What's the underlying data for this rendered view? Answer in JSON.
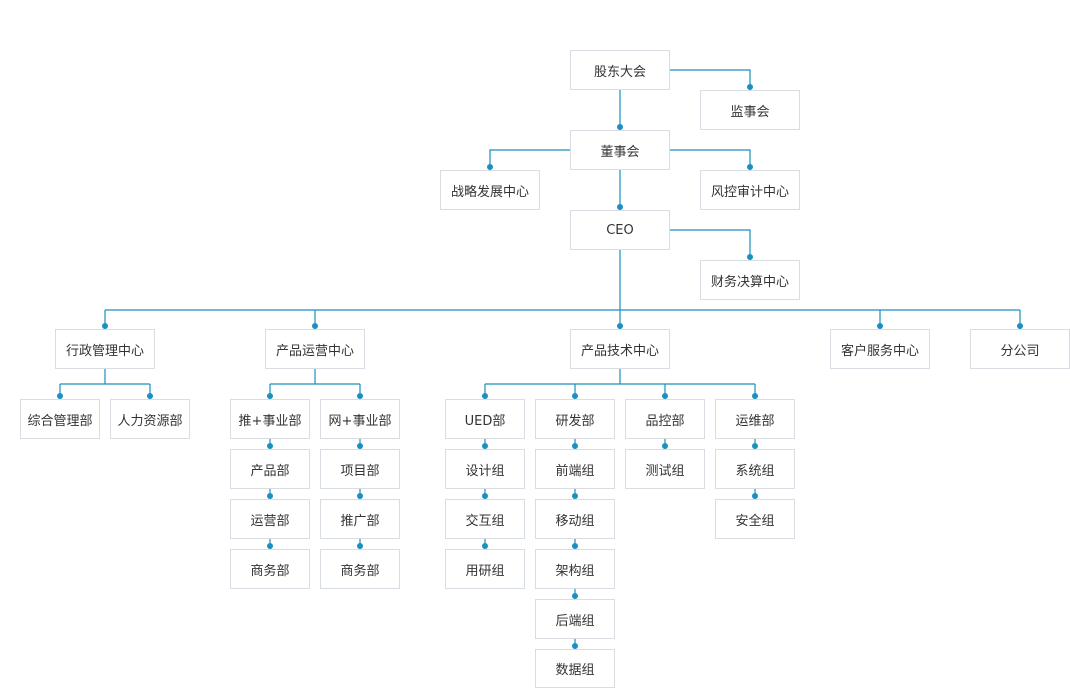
{
  "nodes": {
    "shareholders": "股东大会",
    "supervisory_board": "监事会",
    "board": "董事会",
    "strategy_center": "战略发展中心",
    "risk_audit_center": "风控审计中心",
    "ceo": "CEO",
    "finance_center": "财务决算中心",
    "admin_center": "行政管理中心",
    "product_ops_center": "产品运营中心",
    "product_tech_center": "产品技术中心",
    "customer_service_center": "客户服务中心",
    "branch_office": "分公司",
    "general_mgmt_dept": "综合管理部",
    "hr_dept": "人力资源部",
    "tui_business_dept": "推+事业部",
    "tui_product_dept": "产品部",
    "tui_operation_dept": "运营部",
    "tui_commerce_dept": "商务部",
    "wang_business_dept": "网+事业部",
    "wang_project_dept": "项目部",
    "wang_promotion_dept": "推广部",
    "wang_commerce_dept": "商务部",
    "ued_dept": "UED部",
    "design_group": "设计组",
    "interaction_group": "交互组",
    "user_research_group": "用研组",
    "rd_dept": "研发部",
    "frontend_group": "前端组",
    "mobile_group": "移动组",
    "architecture_group": "架构组",
    "backend_group": "后端组",
    "data_group": "数据组",
    "qa_dept": "品控部",
    "test_group": "测试组",
    "ops_dept": "运维部",
    "system_group": "系统组",
    "security_group": "安全组"
  },
  "colors": {
    "connector": "#1b8fbf",
    "box_border": "#d7dde3",
    "text": "#333333"
  }
}
